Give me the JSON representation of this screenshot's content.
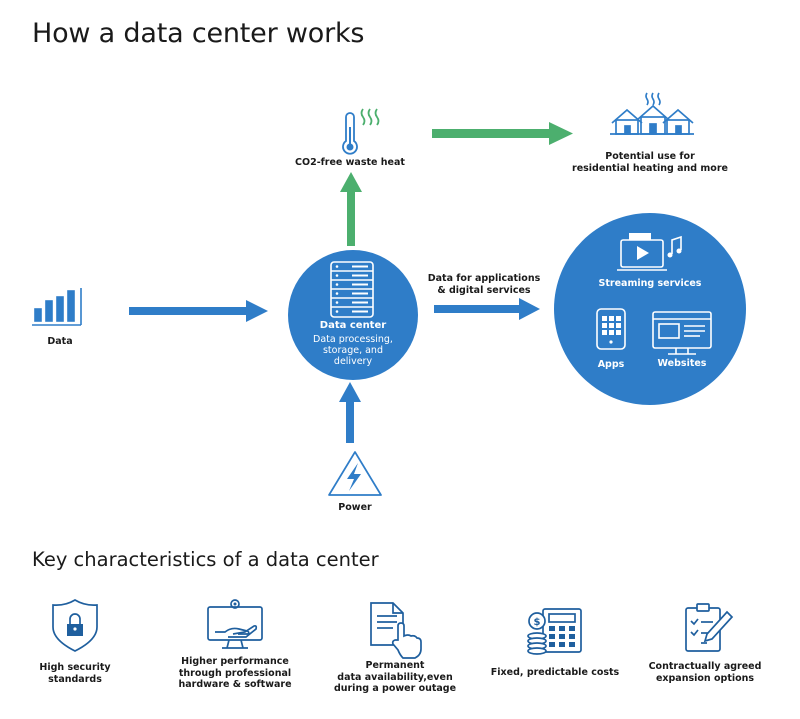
{
  "title": "How a data center works",
  "diagram": {
    "data_label": "Data",
    "waste_heat_label": "CO2-free waste heat",
    "heating_label": [
      "Potential use for",
      "residential heating and more"
    ],
    "center_title": "Data center",
    "center_desc": [
      "Data processing,",
      "storage, and",
      "delivery"
    ],
    "apps_arrow_label": [
      "Data for applications",
      "& digital services"
    ],
    "streaming_label": "Streaming services",
    "apps_label": "Apps",
    "websites_label": "Websites",
    "power_label": "Power"
  },
  "characteristics": {
    "heading": "Key characteristics of a data center",
    "items": [
      {
        "icon": "shield-lock-icon",
        "lines": [
          "High security",
          "standards"
        ]
      },
      {
        "icon": "monitor-gear-hand-icon",
        "lines": [
          "Higher performance",
          "through professional",
          "hardware & software"
        ]
      },
      {
        "icon": "document-hand-icon",
        "lines": [
          "Permanent",
          "data availability,even",
          "during a power outage"
        ]
      },
      {
        "icon": "calculator-coins-icon",
        "lines": [
          "Fixed, predictable costs"
        ]
      },
      {
        "icon": "clipboard-pen-icon",
        "lines": [
          "Contractually agreed",
          "expansion options"
        ]
      }
    ]
  },
  "colors": {
    "blue": "#2f7dc8",
    "green": "#4caf6e",
    "icon_stroke": "#1f5f9e"
  }
}
